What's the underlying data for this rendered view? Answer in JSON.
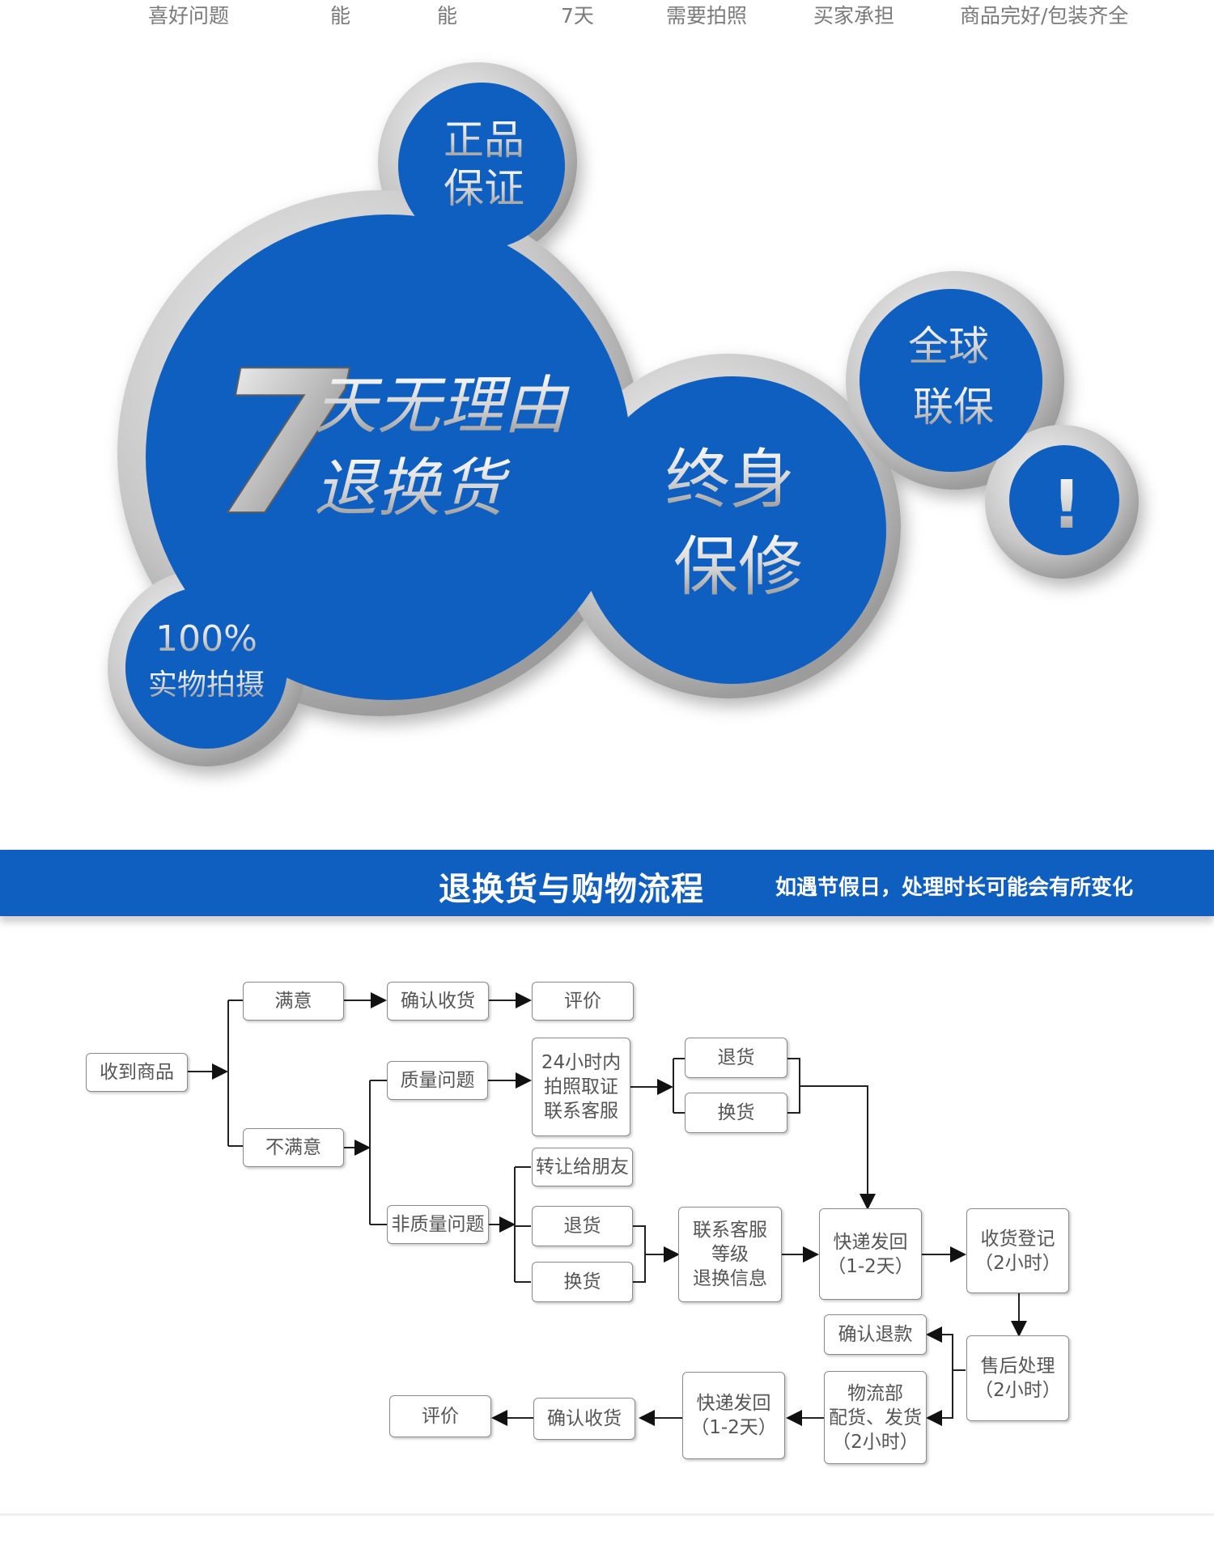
{
  "top_row": [
    "喜好问题",
    "能",
    "能",
    "7天",
    "需要拍照",
    "买家承担",
    "商品完好/包装齐全"
  ],
  "hero": {
    "badge_authentic": [
      "正品",
      "保证"
    ],
    "main_number": "7",
    "main_line1": "天无理由",
    "main_line2": "退换货",
    "badge_warranty": [
      "终身",
      "保修"
    ],
    "badge_global": [
      "全球",
      "联保"
    ],
    "badge_exclaim": "!",
    "badge_photo_pct": "100%",
    "badge_photo_text": "实物拍摄",
    "colors": {
      "blue": "#0f5fc1",
      "silver": "#c9c9c9"
    }
  },
  "band": {
    "title": "退换货与购物流程",
    "note": "如遇节假日，处理时长可能会有所变化"
  },
  "flow": {
    "received": "收到商品",
    "satisfied": "满意",
    "confirm_receipt_1": "确认收货",
    "review_1": "评价",
    "unsatisfied": "不满意",
    "quality_issue": "质量问题",
    "photo_within_24h": "24小时内\n拍照取证\n联系客服",
    "return_1": "退货",
    "exchange_1": "换货",
    "non_quality_issue": "非质量问题",
    "transfer_friend": "转让给朋友",
    "return_2": "退货",
    "exchange_2": "换货",
    "contact_service": "联系客服\n等级\n退换信息",
    "ship_back": "快递发回\n（1-2天）",
    "receipt_register": "收货登记\n（2小时）",
    "after_sales": "售后处理\n（2小时）",
    "confirm_refund": "确认退款",
    "logistics": "物流部\n配货、发货\n（2小时）",
    "ship_out": "快递发回\n（1-2天）",
    "confirm_receipt_2": "确认收货",
    "review_2": "评价"
  }
}
